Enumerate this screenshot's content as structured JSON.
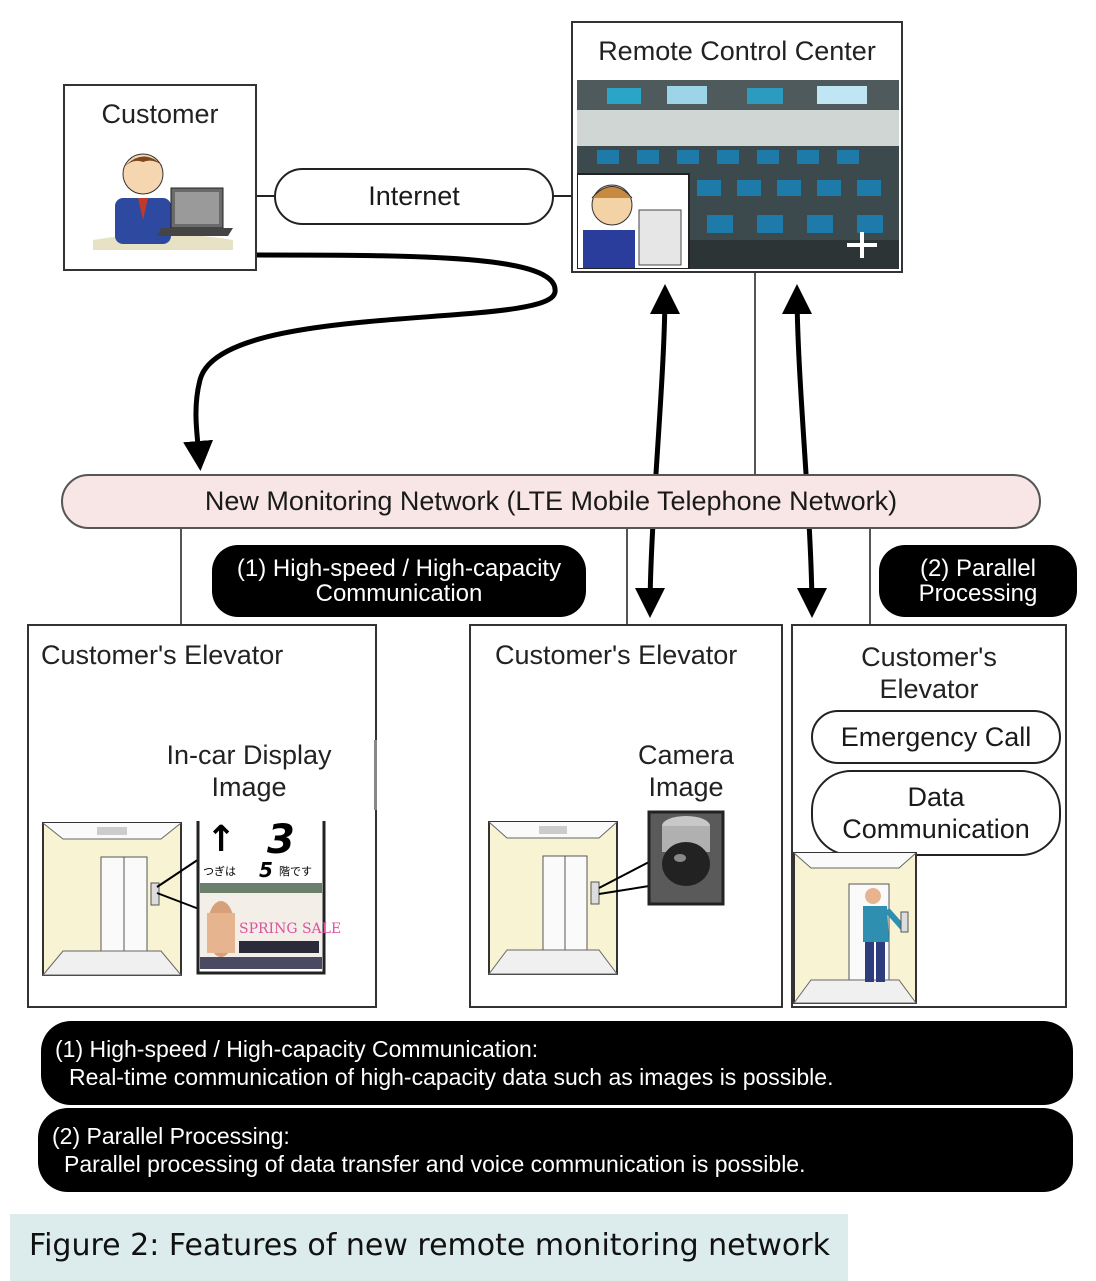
{
  "diagram": {
    "remote_center": {
      "title": "Remote Control Center"
    },
    "customer": {
      "title": "Customer"
    },
    "internet": {
      "label": "Internet"
    },
    "network": {
      "label": "New Monitoring Network (LTE Mobile Telephone Network)"
    },
    "features": {
      "f1_tag": [
        "(1) High-speed / High-capacity",
        "Communication"
      ],
      "f2_tag": [
        "(2) Parallel",
        "Processing"
      ]
    },
    "elevators": [
      {
        "title": "Customer's Elevator",
        "image_label": [
          "In-car Display",
          "Image"
        ]
      },
      {
        "title": "Customer's Elevator",
        "image_label": [
          "Camera",
          "Image"
        ]
      },
      {
        "title": [
          "Customer's",
          "Elevator"
        ]
      }
    ],
    "in_car_display": {
      "floor": "3",
      "next_prefix": "つぎは",
      "next_floor": "5",
      "next_suffix": "階です",
      "banner": "SPRING SALE"
    },
    "services": [
      "Emergency Call",
      [
        "Data",
        "Communication"
      ]
    ],
    "notes": [
      {
        "heading": "(1) High-speed / High-capacity Communication:",
        "body": "Real-time communication of high-capacity data such as images is possible."
      },
      {
        "heading": "(2) Parallel Processing:",
        "body": "Parallel processing of data transfer and voice communication is possible."
      }
    ]
  },
  "caption": "Figure 2: Features of new remote monitoring network",
  "colors": {
    "network_fill": "#f8e6e6",
    "caption_bg": "#dcecec",
    "tag_bg": "#000000",
    "elevator_wall": "#f7f3d3"
  },
  "icons": [
    "customer-illustration",
    "control-room-photo",
    "operator-illustration",
    "elevator-car-illustration",
    "camera-photo",
    "passenger-illustration"
  ]
}
